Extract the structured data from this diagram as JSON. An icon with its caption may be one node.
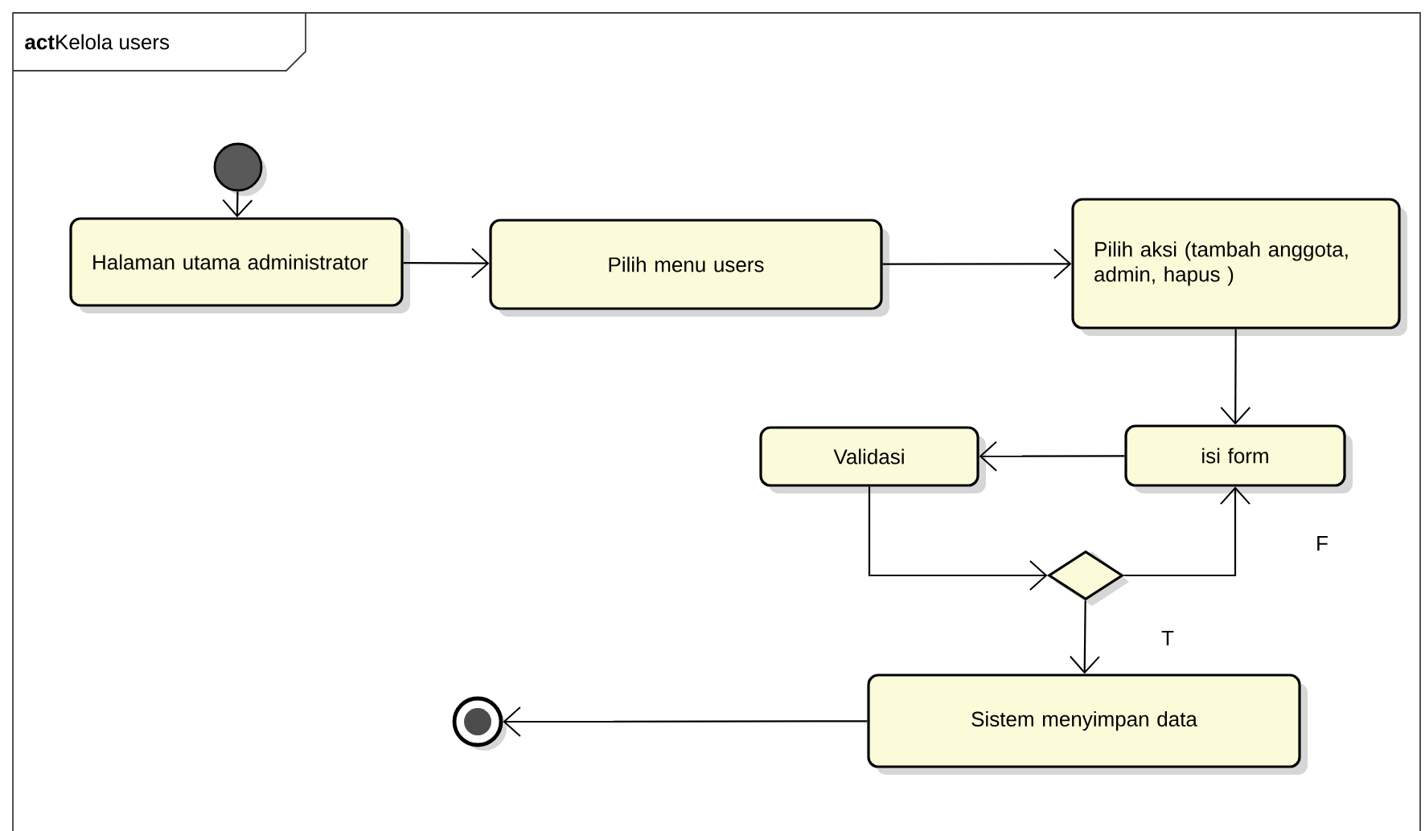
{
  "diagram": {
    "title": "**act**Kelola users",
    "nodes": [
      {
        "text": [],
        "shape": "circle"
      },
      {
        "text": [
          "Halaman utama administrator"
        ]
      },
      {
        "text": [
          "Pilih menu users"
        ]
      },
      {
        "text": [
          "Pilih aksi (tambah anggota,  admin, hapus )"
        ]
      },
      {
        "text": [
          "isi form"
        ]
      },
      {
        "text": [
          "Validasi"
        ]
      },
      {
        "text": [],
        "shape": "diamond"
      },
      {
        "text": [
          "Sistem menyimpan data"
        ]
      },
      {
        "text": [],
        "shape": "circle"
      }
    ],
    "edges": [
      {
        "from": 0,
        "to": 1,
        "arrow": "to"
      },
      {
        "from": 1,
        "to": 2,
        "arrow": "to"
      },
      {
        "from": 2,
        "to": 3,
        "arrow": "to"
      },
      {
        "from": 3,
        "to": 4,
        "arrow": "to"
      },
      {
        "from": 4,
        "to": 5,
        "arrow": "to"
      },
      {
        "from": 5,
        "to": 6,
        "arrow": "to"
      },
      {
        "from": 6,
        "to": 4,
        "arrow": "to",
        "label": "F"
      },
      {
        "from": 6,
        "to": 7,
        "arrow": "to",
        "label": "T"
      },
      {
        "from": 7,
        "to": 8,
        "arrow": "to"
      }
    ]
  }
}
